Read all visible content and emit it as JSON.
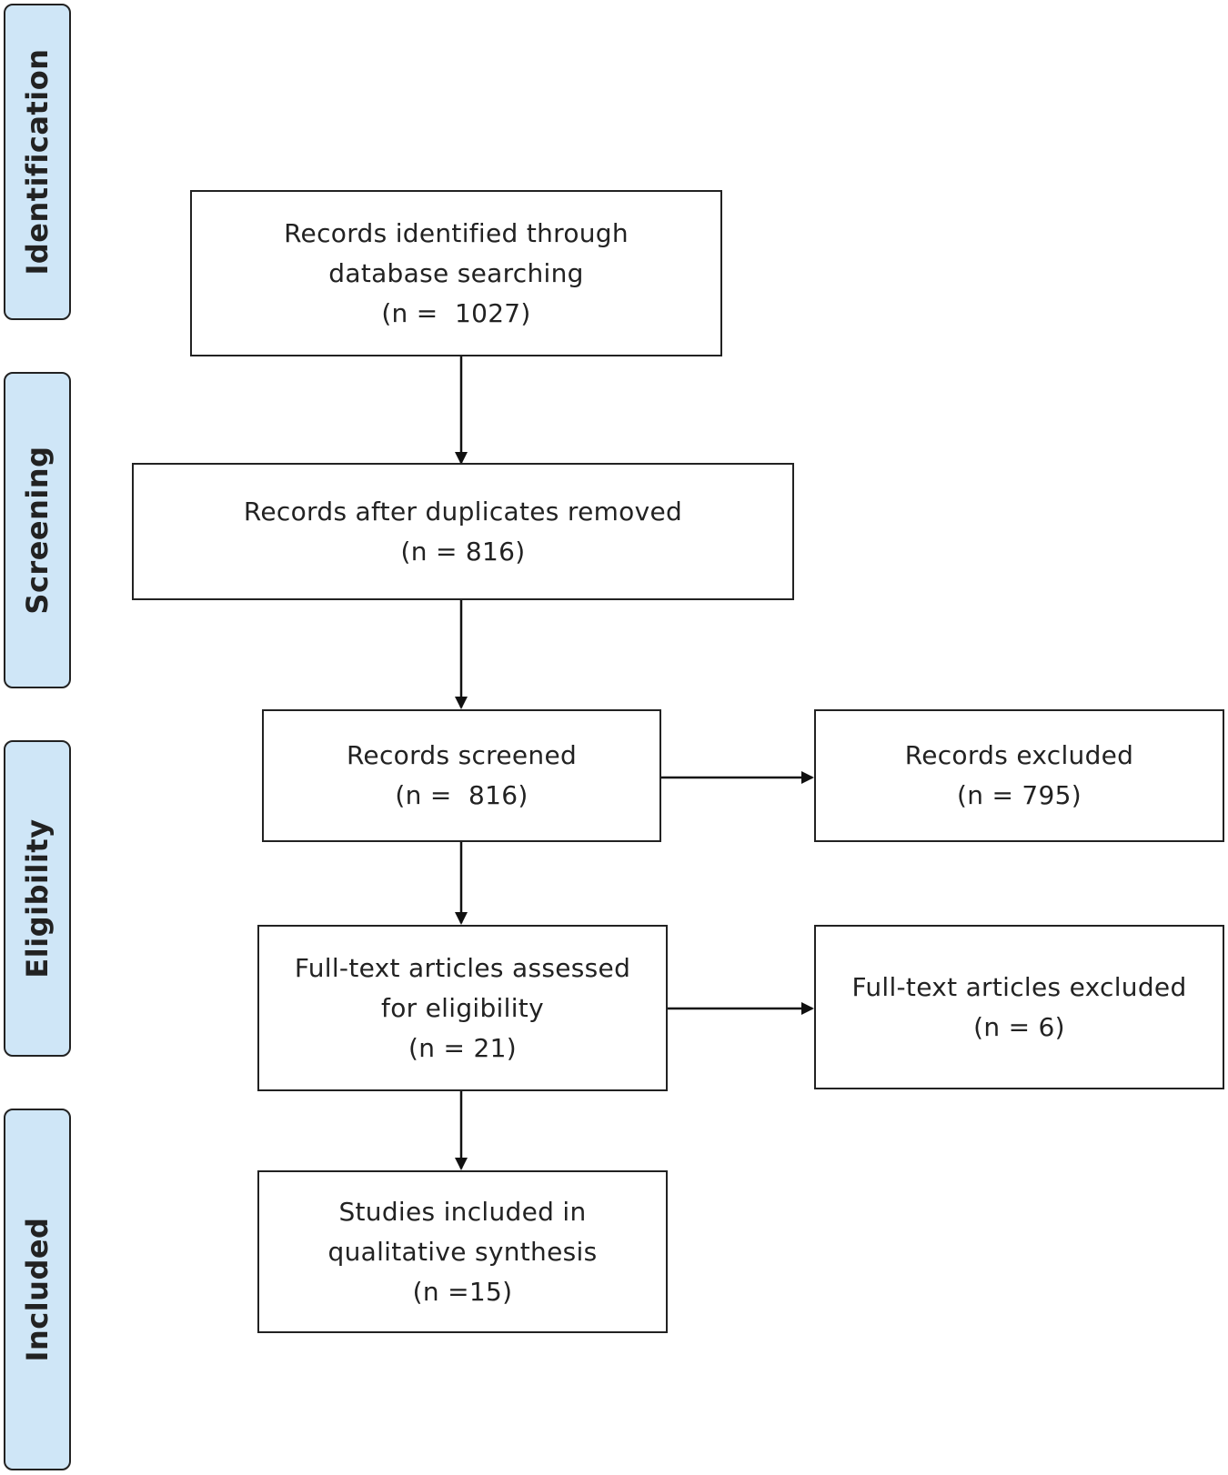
{
  "phases": {
    "identification": "Identification",
    "screening": "Screening",
    "eligibility": "Eligibility",
    "included": "Included"
  },
  "boxes": {
    "identified": {
      "line1": "Records identified through",
      "line2": "database searching",
      "line3": "(n =  1027)"
    },
    "after_duplicates": {
      "line1": "Records after duplicates removed",
      "line2": "(n = 816)"
    },
    "screened": {
      "line1": "Records screened",
      "line2": "(n =  816)"
    },
    "excluded": {
      "line1": "Records excluded",
      "line2": "(n = 795)"
    },
    "fulltext_assessed": {
      "line1": "Full-text articles assessed",
      "line2": "for eligibility",
      "line3": "(n = 21)"
    },
    "fulltext_excluded": {
      "line1": "Full-text articles excluded",
      "line2": "(n = 6)"
    },
    "included": {
      "line1": "Studies included in",
      "line2": "qualitative synthesis",
      "line3": "(n =15)"
    }
  },
  "colors": {
    "phase_fill": "#cfe6f7",
    "stroke": "#222222"
  }
}
